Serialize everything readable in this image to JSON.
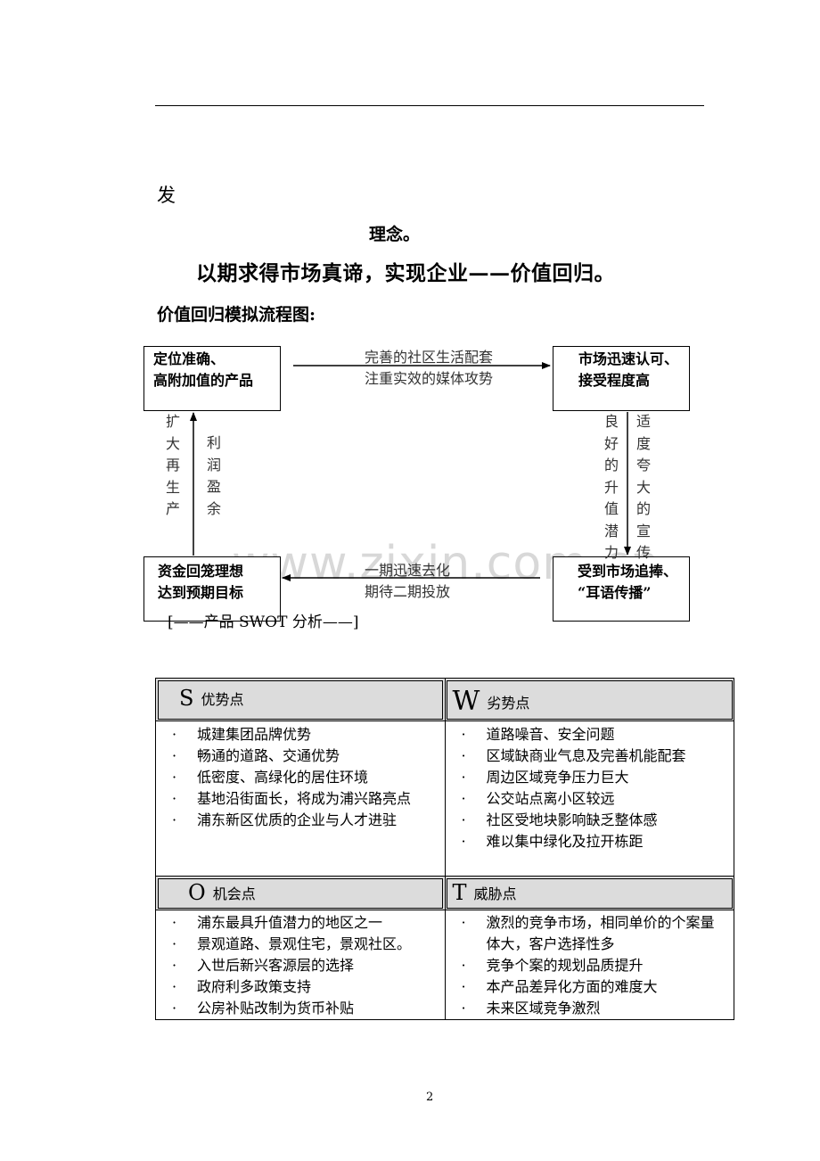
{
  "top_fragment": "发",
  "line_linian": "理念。",
  "slogan": "以期求得市场真谛，实现企业——价值回归。",
  "flow_title": "价值回归模拟流程图:",
  "flow": {
    "box_top_left": [
      "定位准确、",
      "高附加值的产品"
    ],
    "box_top_right": [
      "市场迅速认可、",
      "接受程度高"
    ],
    "box_bottom_right": [
      "受到市场追捧、",
      "“耳语传播”"
    ],
    "box_bottom_left": [
      "资金回笼理想",
      "达到预期目标"
    ],
    "arrow_top_text": [
      "完善的社区生活配套",
      "注重实效的媒体攻势"
    ],
    "arrow_bottom_text": [
      "一期迅速去化",
      "期待二期投放"
    ],
    "left_col_a": [
      "扩",
      "大",
      "再",
      "生",
      "产"
    ],
    "left_col_b": [
      "利",
      "润",
      "盈",
      "余"
    ],
    "right_col_a": [
      "良",
      "好",
      "的",
      "升",
      "值",
      "潜",
      "力"
    ],
    "right_col_b": [
      "适",
      "度",
      "夸",
      "大",
      "的",
      "宣",
      "传"
    ]
  },
  "watermark": "www.zixin.com.cn",
  "swot_caption": "[——产品 SWOT 分析——]",
  "swot": {
    "s": {
      "letter": "S",
      "label": "优势点",
      "items": [
        "城建集团品牌优势",
        "畅通的道路、交通优势",
        "低密度、高绿化的居住环境",
        "基地沿街面长，将成为浦兴路亮点",
        "浦东新区优质的企业与人才进驻"
      ]
    },
    "w": {
      "letter": "W",
      "label": "劣势点",
      "items": [
        "道路噪音、安全问题",
        "区域缺商业气息及完善机能配套",
        "周边区域竞争压力巨大",
        "公交站点离小区较远",
        "社区受地块影响缺乏整体感",
        "难以集中绿化及拉开栋距"
      ]
    },
    "o": {
      "letter": "O",
      "label": "机会点",
      "items": [
        "浦东最具升值潜力的地区之一",
        "景观道路、景观住宅，景观社区。",
        "入世后新兴客源层的选择",
        "政府利多政策支持",
        "公房补贴改制为货币补贴"
      ]
    },
    "t": {
      "letter": "T",
      "label": "威胁点",
      "items": [
        "激烈的竞争市场，相同单价的个案量体大，客户选择性多",
        "竞争个案的规划品质提升",
        "本产品差异化方面的难度大",
        "未来区域竞争激烈"
      ]
    }
  },
  "page_number": "2"
}
